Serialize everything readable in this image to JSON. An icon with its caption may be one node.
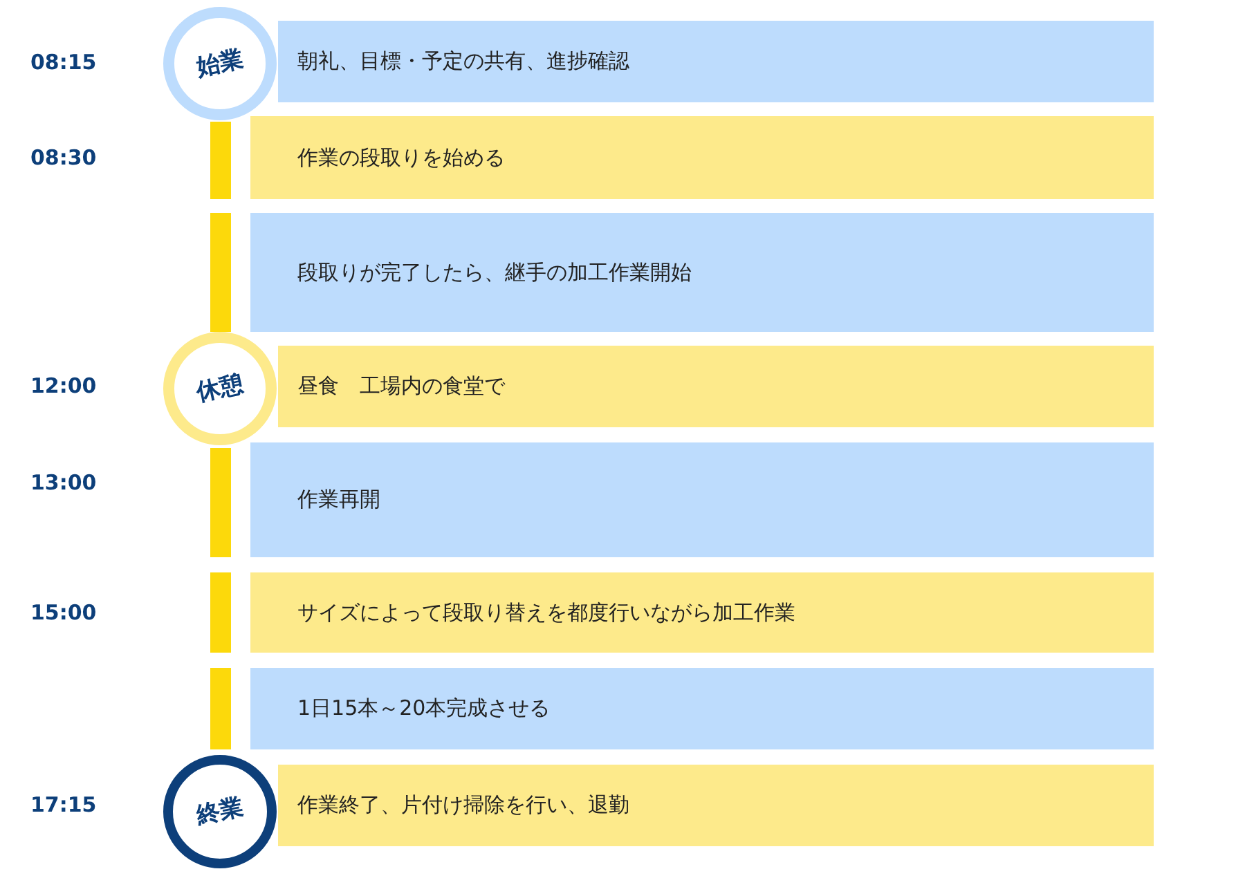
{
  "diagram": {
    "nodes": [
      {
        "text": [
          "始業"
        ],
        "beside": [
          "08:15"
        ]
      },
      {
        "text": [
          "朝礼、目標・予定の共有、進捗確認"
        ]
      },
      {
        "text": [],
        "shape": "bar"
      },
      {
        "text": [
          "作業の段取りを始める"
        ]
      },
      {
        "text": [],
        "shape": "bar"
      },
      {
        "text": [
          "段取りが完了したら、継手の加工作業開始"
        ]
      },
      {
        "text": [
          "休憩"
        ],
        "beside": [
          "12:00"
        ]
      },
      {
        "text": [
          "昼食　工場内の食堂で"
        ]
      },
      {
        "text": [],
        "shape": "bar"
      },
      {
        "text": [
          "作業再開"
        ]
      },
      {
        "text": [],
        "shape": "bar"
      },
      {
        "text": [
          "サイズによって段取り替えを都度行いながら加工作業"
        ]
      },
      {
        "text": [],
        "shape": "bar"
      },
      {
        "text": [
          "1日15本～20本完成させる"
        ]
      },
      {
        "text": [
          "終業"
        ],
        "beside": [
          "17:15"
        ]
      },
      {
        "text": [
          "作業終了、片付け掃除を行い、退勤"
        ]
      }
    ],
    "labels": [
      "08:30",
      "13:00",
      "15:00"
    ]
  }
}
